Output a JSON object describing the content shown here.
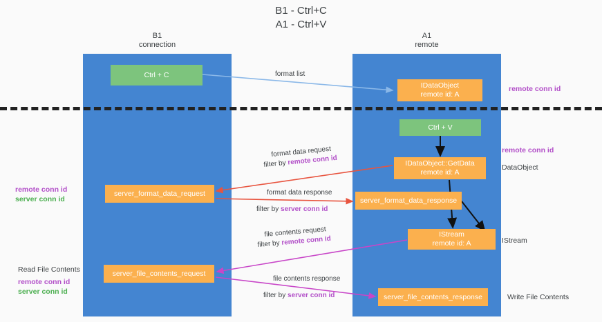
{
  "title": {
    "line1": "B1 - Ctrl+C",
    "line2": "A1 - Ctrl+V"
  },
  "lanes": [
    {
      "name": "B1",
      "sub": "connection",
      "color": "#4485d1"
    },
    {
      "name": "A1",
      "sub": "remote",
      "color": "#4485d1"
    }
  ],
  "boxes": {
    "ctrl_c": {
      "line1": "Ctrl + C",
      "color": "#7dc47d"
    },
    "idataobject": {
      "line1": "IDataObject",
      "line2": "remote id: A",
      "color": "#fbb04e"
    },
    "ctrl_v": {
      "line1": "Ctrl + V",
      "color": "#7dc47d"
    },
    "getdata": {
      "line1": "IDataObject::GetData",
      "line2": "remote id: A",
      "color": "#fbb04e"
    },
    "format_data_request": {
      "line1": "server_format_data_request",
      "color": "#fbb04e"
    },
    "format_data_response": {
      "line1": "server_format_data_response",
      "color": "#fbb04e"
    },
    "istream": {
      "line1": "IStream",
      "line2": "remote id: A",
      "color": "#fbb04e"
    },
    "file_contents_request": {
      "line1": "server_file_contents_request",
      "color": "#fbb04e"
    },
    "file_contents_response": {
      "line1": "server_file_contents_response",
      "color": "#fbb04e"
    }
  },
  "arrow_labels": {
    "format_list": "format list",
    "format_data_request": "format data request",
    "format_data_request_filter_prefix": "filter by ",
    "format_data_request_filter_key": "remote conn id",
    "format_data_response": "format data response",
    "format_data_response_filter_prefix": "filter by ",
    "format_data_response_filter_key": "server conn id",
    "file_contents_request": "file contents request",
    "file_contents_request_filter_prefix": "filter by ",
    "file_contents_request_filter_key": "remote conn id",
    "file_contents_response": "file contents response",
    "file_contents_response_filter_prefix": "filter by ",
    "file_contents_response_filter_key": "server conn id"
  },
  "side_labels": {
    "right_remote_conn_id_top": "remote conn id",
    "right_remote_conn_id_mid": "remote conn id",
    "right_dataobject": "DataObject",
    "right_istream": "IStream",
    "right_write_file_contents": "Write File Contents",
    "left_remote_conn_id": "remote conn id",
    "left_server_conn_id": "server conn id",
    "left_read_file_contents": "Read File Contents",
    "left_remote_conn_id_2": "remote conn id",
    "left_server_conn_id_2": "server conn id"
  },
  "colors": {
    "lane": "#4485d1",
    "green_box": "#7dc47d",
    "orange_box": "#fbb04e",
    "purple_text": "#b24fc8",
    "green_text": "#4caf50",
    "red_arrow": "#e8543f",
    "magenta_arrow": "#c846c8",
    "blue_arrow": "#8bb8e8",
    "black_arrow": "#000000",
    "divider": "#222222",
    "background": "#fafafa"
  }
}
